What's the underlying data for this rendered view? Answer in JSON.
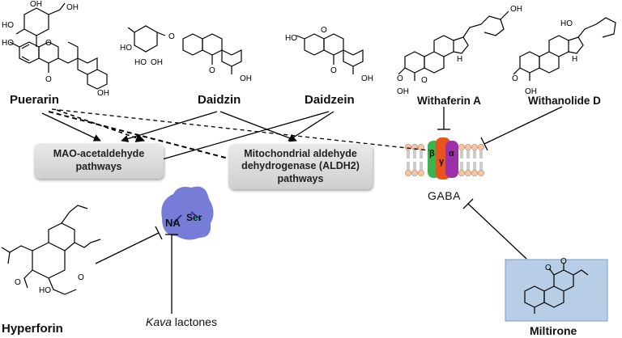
{
  "compounds": {
    "puerarin": "Puerarin",
    "daidzin": "Daidzin",
    "daidzein": "Daidzein",
    "withaferin": "Withaferin A",
    "withanolide": "Withanolide D",
    "hyperforin": "Hyperforin",
    "miltirone": "Miltirone",
    "kava_italic": "Kava",
    "kava_rest": " lactones"
  },
  "pathways": {
    "mao": "MAO-acetaldehyde\npathways",
    "aldh2": "Mitochondrial aldehyde\ndehydrogenase (ALDH2)\npathways"
  },
  "receptor": {
    "label": "GABA",
    "subunit_beta": "β",
    "subunit_gamma": "γ",
    "subunit_alpha": "α"
  },
  "protein": {
    "na_label": "NA",
    "ser_label": "Ser"
  },
  "atoms": {
    "OH": "OH",
    "HO": "HO",
    "O": "O",
    "H": "H"
  },
  "colors": {
    "box_fill": "#d9d9d9",
    "miltirone_bg": "#b8cde6",
    "beta": "#3cb44b",
    "gamma": "#e8541d",
    "alpha": "#9b30a8",
    "lipid_head": "#f5c6a5",
    "protein_blob": "#4a52c8"
  }
}
